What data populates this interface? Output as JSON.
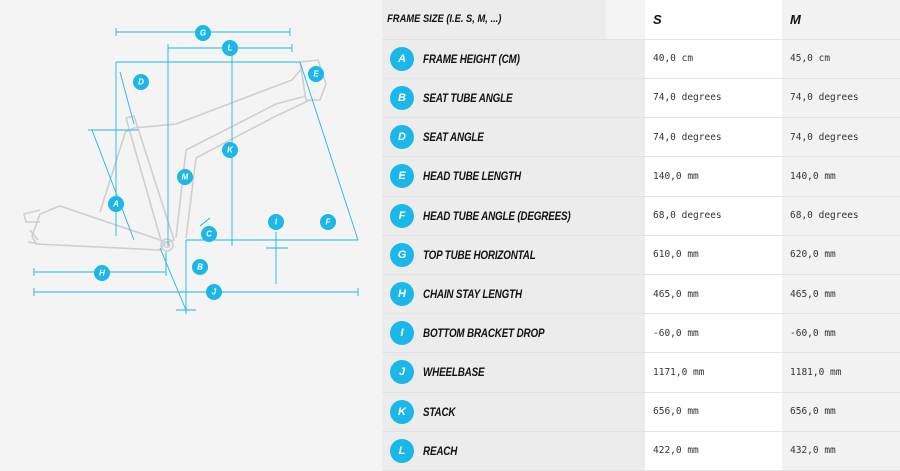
{
  "header": {
    "label": "FRAME SIZE (I.E. S, M, ...)",
    "sizes": [
      "S",
      "M"
    ]
  },
  "rows": [
    {
      "key": "A",
      "label": "FRAME HEIGHT (CM)",
      "s": "40,0 cm",
      "m": "45,0 cm"
    },
    {
      "key": "B",
      "label": "SEAT TUBE ANGLE",
      "s": "74,0 degrees",
      "m": "74,0 degrees"
    },
    {
      "key": "D",
      "label": "SEAT ANGLE",
      "s": "74,0 degrees",
      "m": "74,0 degrees"
    },
    {
      "key": "E",
      "label": "HEAD TUBE LENGTH",
      "s": "140,0 mm",
      "m": "140,0 mm"
    },
    {
      "key": "F",
      "label": "HEAD TUBE ANGLE (DEGREES)",
      "s": "68,0 degrees",
      "m": "68,0 degrees"
    },
    {
      "key": "G",
      "label": "TOP TUBE HORIZONTAL",
      "s": "610,0 mm",
      "m": "620,0 mm"
    },
    {
      "key": "H",
      "label": "CHAIN STAY LENGTH",
      "s": "465,0 mm",
      "m": "465,0 mm"
    },
    {
      "key": "I",
      "label": "BOTTOM BRACKET DROP",
      "s": "-60,0 mm",
      "m": "-60,0 mm"
    },
    {
      "key": "J",
      "label": "WHEELBASE",
      "s": "1171,0 mm",
      "m": "1181,0 mm"
    },
    {
      "key": "K",
      "label": "STACK",
      "s": "656,0 mm",
      "m": "656,0 mm"
    },
    {
      "key": "L",
      "label": "REACH",
      "s": "422,0 mm",
      "m": "432,0 mm"
    }
  ],
  "diagram_labels": [
    "G",
    "L",
    "D",
    "E",
    "K",
    "M",
    "A",
    "I",
    "F",
    "C",
    "B",
    "H",
    "J"
  ],
  "colors": {
    "accent": "#1ab7e8",
    "frame": "#cfcfcf"
  }
}
